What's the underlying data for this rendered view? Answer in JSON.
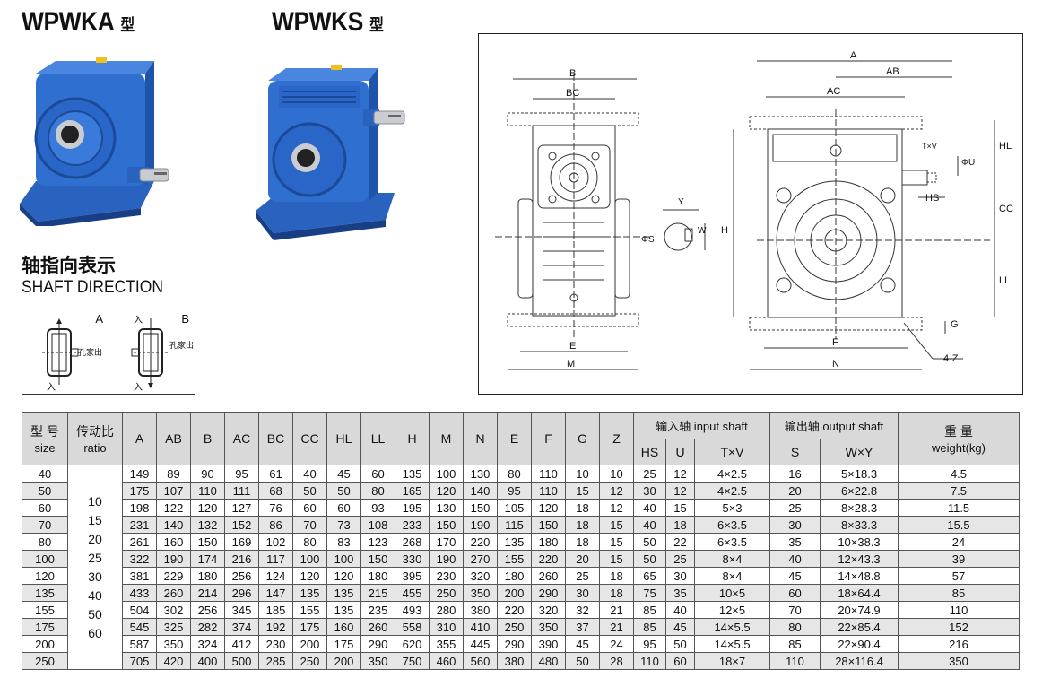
{
  "titles": {
    "wpwka": "WPWKA",
    "wpwka_suffix": "型",
    "wpwks": "WPWKS",
    "wpwks_suffix": "型"
  },
  "shaft_direction": {
    "title_cn": "轴指向表示",
    "title_en": "SHAFT DIRECTION",
    "panel_a_label": "A",
    "panel_b_label": "B",
    "input_cn": "入",
    "output_cn": "孔家出"
  },
  "drawing": {
    "labels": [
      "B",
      "BC",
      "A",
      "AB",
      "AC",
      "T×V",
      "ΦU",
      "HL",
      "HS",
      "CC",
      "H",
      "LL",
      "G",
      "F",
      "N",
      "4-Z",
      "E",
      "M",
      "Y",
      "W",
      "ΦS"
    ]
  },
  "table": {
    "headers": {
      "size_cn": "型 号",
      "size_en": "size",
      "ratio_cn": "传动比",
      "ratio_en": "ratio",
      "cols": [
        "A",
        "AB",
        "B",
        "AC",
        "BC",
        "CC",
        "HL",
        "LL",
        "H",
        "M",
        "N",
        "E",
        "F",
        "G",
        "Z"
      ],
      "input_group": "输入轴  input  shaft",
      "input_cols": [
        "HS",
        "U",
        "T×V"
      ],
      "output_group": "输出轴  output shaft",
      "output_cols": [
        "S",
        "W×Y"
      ],
      "weight_cn": "重 量",
      "weight_en": "weight(kg)"
    },
    "ratios": [
      "10",
      "15",
      "20",
      "25",
      "30",
      "40",
      "50",
      "60"
    ],
    "rows": [
      [
        "40",
        "149",
        "89",
        "90",
        "95",
        "61",
        "40",
        "45",
        "60",
        "135",
        "100",
        "130",
        "80",
        "110",
        "10",
        "10",
        "25",
        "12",
        "4×2.5",
        "16",
        "5×18.3",
        "4.5"
      ],
      [
        "50",
        "175",
        "107",
        "110",
        "111",
        "68",
        "50",
        "50",
        "80",
        "165",
        "120",
        "140",
        "95",
        "110",
        "15",
        "12",
        "30",
        "12",
        "4×2.5",
        "20",
        "6×22.8",
        "7.5"
      ],
      [
        "60",
        "198",
        "122",
        "120",
        "127",
        "76",
        "60",
        "60",
        "93",
        "195",
        "130",
        "150",
        "105",
        "120",
        "18",
        "12",
        "40",
        "15",
        "5×3",
        "25",
        "8×28.3",
        "11.5"
      ],
      [
        "70",
        "231",
        "140",
        "132",
        "152",
        "86",
        "70",
        "73",
        "108",
        "233",
        "150",
        "190",
        "115",
        "150",
        "18",
        "15",
        "40",
        "18",
        "6×3.5",
        "30",
        "8×33.3",
        "15.5"
      ],
      [
        "80",
        "261",
        "160",
        "150",
        "169",
        "102",
        "80",
        "83",
        "123",
        "268",
        "170",
        "220",
        "135",
        "180",
        "18",
        "15",
        "50",
        "22",
        "6×3.5",
        "35",
        "10×38.3",
        "24"
      ],
      [
        "100",
        "322",
        "190",
        "174",
        "216",
        "117",
        "100",
        "100",
        "150",
        "330",
        "190",
        "270",
        "155",
        "220",
        "20",
        "15",
        "50",
        "25",
        "8×4",
        "40",
        "12×43.3",
        "39"
      ],
      [
        "120",
        "381",
        "229",
        "180",
        "256",
        "124",
        "120",
        "120",
        "180",
        "395",
        "230",
        "320",
        "180",
        "260",
        "25",
        "18",
        "65",
        "30",
        "8×4",
        "45",
        "14×48.8",
        "57"
      ],
      [
        "135",
        "433",
        "260",
        "214",
        "296",
        "147",
        "135",
        "135",
        "215",
        "455",
        "250",
        "350",
        "200",
        "290",
        "30",
        "18",
        "75",
        "35",
        "10×5",
        "60",
        "18×64.4",
        "85"
      ],
      [
        "155",
        "504",
        "302",
        "256",
        "345",
        "185",
        "155",
        "135",
        "235",
        "493",
        "280",
        "380",
        "220",
        "320",
        "32",
        "21",
        "85",
        "40",
        "12×5",
        "70",
        "20×74.9",
        "110"
      ],
      [
        "175",
        "545",
        "325",
        "282",
        "374",
        "192",
        "175",
        "160",
        "260",
        "558",
        "310",
        "410",
        "250",
        "350",
        "37",
        "21",
        "85",
        "45",
        "14×5.5",
        "80",
        "22×85.4",
        "152"
      ],
      [
        "200",
        "587",
        "350",
        "324",
        "412",
        "230",
        "200",
        "175",
        "290",
        "620",
        "355",
        "445",
        "290",
        "390",
        "45",
        "24",
        "95",
        "50",
        "14×5.5",
        "85",
        "22×90.4",
        "216"
      ],
      [
        "250",
        "705",
        "420",
        "400",
        "500",
        "285",
        "250",
        "200",
        "350",
        "750",
        "460",
        "560",
        "380",
        "480",
        "50",
        "28",
        "110",
        "60",
        "18×7",
        "110",
        "28×116.4",
        "350"
      ]
    ]
  },
  "colors": {
    "product_blue": "#2f6fd0",
    "product_dark": "#1b4a98",
    "shaft_steel": "#c9ccd0"
  }
}
